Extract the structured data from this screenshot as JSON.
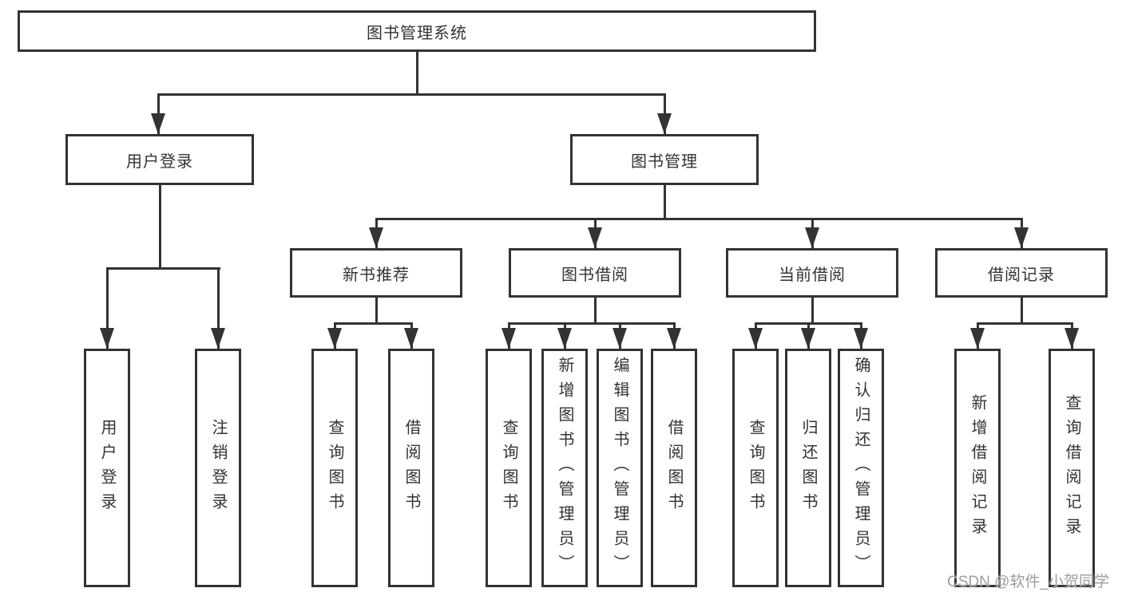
{
  "diagram": {
    "colors": {
      "line": "#333333",
      "text": "#333333",
      "background": "#ffffff",
      "watermark_color": "#9d9d9d"
    },
    "root": {
      "label": "图书管理系统"
    },
    "level2": {
      "user_login": {
        "label": "用户登录"
      },
      "book_mgmt": {
        "label": "图书管理"
      }
    },
    "level3": {
      "new_book_rec": {
        "label": "新书推荐"
      },
      "book_borrow": {
        "label": "图书借阅"
      },
      "current_borrow": {
        "label": "当前借阅"
      },
      "borrow_records": {
        "label": "借阅记录"
      }
    },
    "leaves": {
      "user_login": {
        "label": "用户登录"
      },
      "logout": {
        "label": "注销登录"
      },
      "rec_query_books": {
        "label": "查询图书"
      },
      "rec_borrow_books": {
        "label": "借阅图书"
      },
      "bb_query_books": {
        "label": "查询图书"
      },
      "bb_add_books": {
        "label": "新增图书（管理员）"
      },
      "bb_edit_books": {
        "label": "编辑图书（管理员）"
      },
      "bb_borrow_books": {
        "label": "借阅图书"
      },
      "cb_query_books": {
        "label": "查询图书"
      },
      "cb_return_books": {
        "label": "归还图书"
      },
      "cb_confirm_return": {
        "label": "确认归还（管理员）"
      },
      "br_add_record": {
        "label": "新增借阅记录"
      },
      "br_query_record": {
        "label": "查询借阅记录"
      }
    },
    "watermark": "CSDN @软件_小贺同学"
  }
}
